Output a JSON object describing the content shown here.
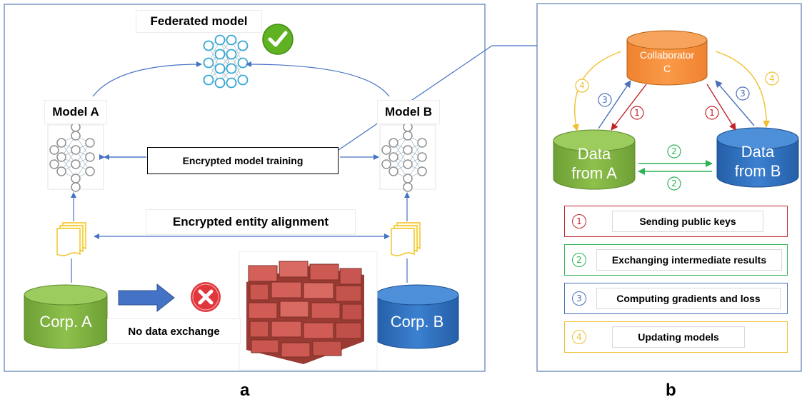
{
  "panel_a": {
    "federated_model_label": "Federated model",
    "model_a_label": "Model A",
    "model_b_label": "Model B",
    "encrypted_training_label": "Encrypted model training",
    "encrypted_alignment_label": "Encrypted entity alignment",
    "no_exchange_label": "No data exchange",
    "corp_a_label": "Corp. A",
    "corp_b_label": "Corp. B",
    "corp_a_color": "#7aae3e",
    "corp_b_color": "#2f71c2"
  },
  "panel_b": {
    "collaborator_label": "Collaborator\nC",
    "collaborator_color": "#f7913e",
    "data_a_label": "Data\nfrom A",
    "data_b_label": "Data\nfrom B",
    "step_numbers": [
      "1",
      "2",
      "3",
      "4"
    ],
    "legend": [
      {
        "num": "1",
        "text": "Sending public keys",
        "color": "#c0242a"
      },
      {
        "num": "2",
        "text": "Exchanging  intermediate results",
        "color": "#2db356"
      },
      {
        "num": "3",
        "text": "Computing gradients and loss",
        "color": "#4a70b8"
      },
      {
        "num": "4",
        "text": "Updating models",
        "color": "#f0c030"
      }
    ]
  },
  "captions": {
    "a": "a",
    "b": "b"
  }
}
